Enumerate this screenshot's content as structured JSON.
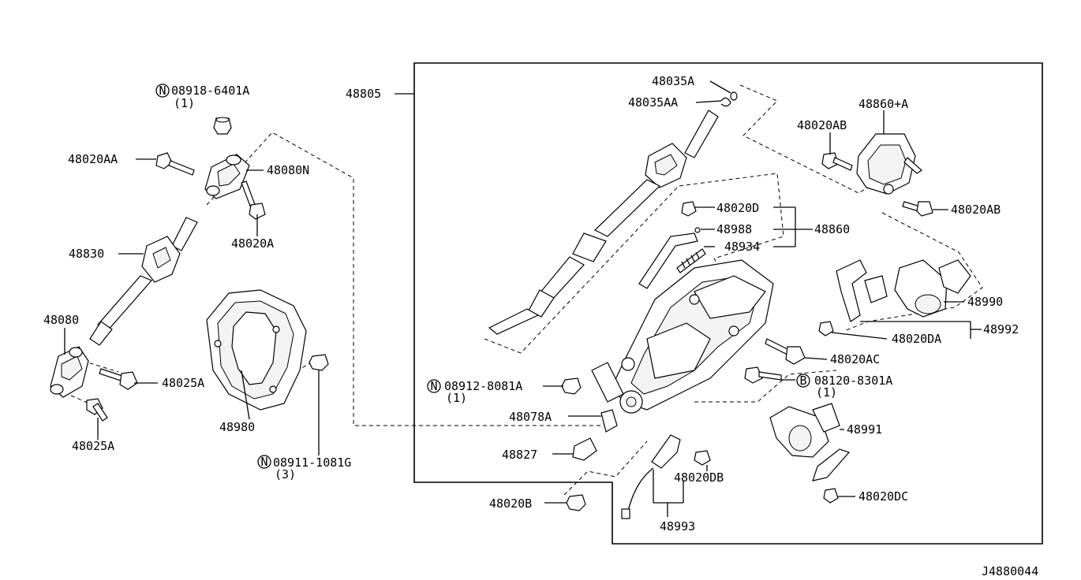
{
  "diagram_id": "J4880044",
  "labels": {
    "n_08918_6401A": "08918-6401A",
    "n_08918_6401A_qty": "(1)",
    "l_48020AA": "48020AA",
    "l_48080N": "48080N",
    "l_48020A": "48020A",
    "l_48830": "48830",
    "l_48080": "48080",
    "l_48025A_1": "48025A",
    "l_48025A_2": "48025A",
    "l_48980": "48980",
    "n_08911_1081G": "08911-1081G",
    "n_08911_1081G_qty": "(3)",
    "l_48805": "48805",
    "l_48035A": "48035A",
    "l_48035AA": "48035AA",
    "l_48860_A": "48860+A",
    "l_48020AB_1": "48020AB",
    "l_48020AB_2": "48020AB",
    "l_48020D": "48020D",
    "l_48988": "48988",
    "l_48860": "48860",
    "l_48934": "48934",
    "l_48990": "48990",
    "l_48992": "48992",
    "l_48020DA": "48020DA",
    "l_48020AC": "48020AC",
    "n_08912_8081A": "08912-8081A",
    "n_08912_8081A_qty": "(1)",
    "b_08120_8301A": "08120-8301A",
    "b_08120_8301A_qty": "(1)",
    "l_48078A": "48078A",
    "l_48991": "48991",
    "l_48827": "48827",
    "l_48020DB": "48020DB",
    "l_48020B": "48020B",
    "l_48020DC": "48020DC",
    "l_48993": "48993"
  },
  "symbols": {
    "nut_marker": "N",
    "bolt_marker": "B"
  },
  "icons": [
    "steering-column-assembly-icon",
    "intermediate-shaft-icon",
    "universal-joint-icon",
    "column-hole-cover-icon",
    "tilt-motor-icon",
    "telescopic-motor-icon",
    "bolt-icon",
    "nut-icon"
  ]
}
